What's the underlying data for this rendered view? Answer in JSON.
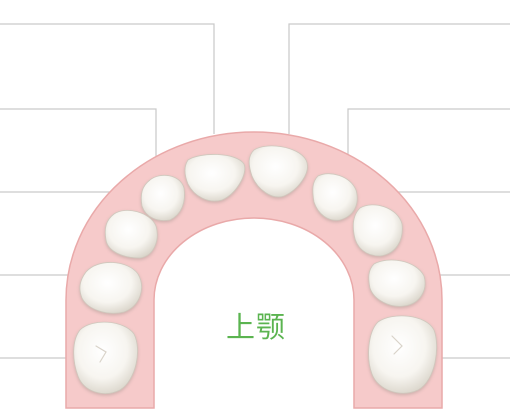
{
  "jaw_label": "上颚",
  "colors": {
    "gum": "#f6caca",
    "gum_edge": "#e9a9a9",
    "tooth": "#fbfaf6",
    "tooth_shadow": "#c9c4ba",
    "leader_line": "#c9c9c9",
    "label": "#5bb450"
  },
  "teeth": [
    {
      "name": "tooth-right-second-molar",
      "icon": "molar"
    },
    {
      "name": "tooth-right-first-molar",
      "icon": "molar"
    },
    {
      "name": "tooth-right-canine",
      "icon": "canine"
    },
    {
      "name": "tooth-right-lateral-incisor",
      "icon": "incisor"
    },
    {
      "name": "tooth-right-central-incisor",
      "icon": "incisor"
    },
    {
      "name": "tooth-left-central-incisor",
      "icon": "incisor"
    },
    {
      "name": "tooth-left-lateral-incisor",
      "icon": "incisor"
    },
    {
      "name": "tooth-left-canine",
      "icon": "canine"
    },
    {
      "name": "tooth-left-first-molar",
      "icon": "molar"
    },
    {
      "name": "tooth-left-second-molar",
      "icon": "molar"
    }
  ]
}
